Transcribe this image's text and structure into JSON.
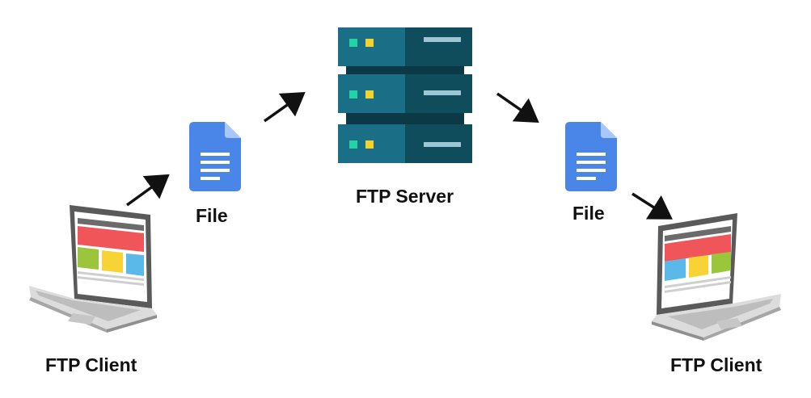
{
  "diagram": {
    "nodes": {
      "client_left": {
        "label": "FTP Client",
        "icon": "laptop-icon"
      },
      "file_left": {
        "label": "File",
        "icon": "document-icon"
      },
      "server": {
        "label": "FTP Server",
        "icon": "server-rack-icon"
      },
      "file_right": {
        "label": "File",
        "icon": "document-icon"
      },
      "client_right": {
        "label": "FTP Client",
        "icon": "laptop-icon"
      }
    },
    "edges": [
      {
        "from": "client_left",
        "to": "file_left"
      },
      {
        "from": "file_left",
        "to": "server"
      },
      {
        "from": "server",
        "to": "file_right"
      },
      {
        "from": "file_right",
        "to": "client_right"
      }
    ]
  },
  "colors": {
    "server_dark": "#0f4c5c",
    "server_light": "#1a6e86",
    "led_green": "#22d3a6",
    "led_yellow": "#f5d130",
    "doc_blue": "#4a86e8",
    "screen_red": "#f0555a",
    "screen_green": "#9bc63c",
    "screen_yellow": "#f7d336",
    "screen_blue": "#5ab9e8",
    "laptop_body": "#dcdcdc",
    "arrow": "#111111"
  }
}
